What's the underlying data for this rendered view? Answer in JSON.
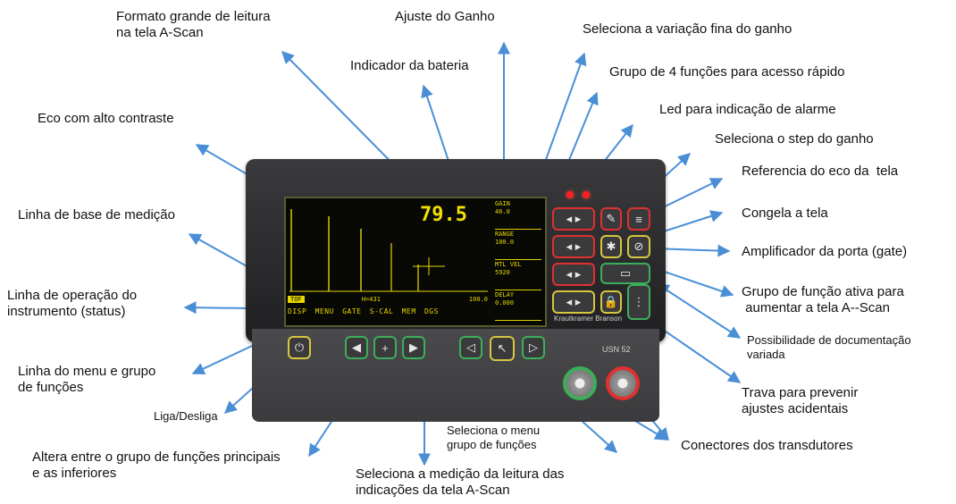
{
  "labels": {
    "formato": "Formato grande de leitura\nna tela A-Scan",
    "ajuste_ganho": "Ajuste do Ganho",
    "variacao_fina": "Seleciona a variação fina do ganho",
    "indicador_bateria": "Indicador da bateria",
    "grupo4": "Grupo de 4 funções para acesso rápido",
    "led_alarme": "Led para indicação de alarme",
    "eco_contraste": "Eco com alto contraste",
    "step_ganho": "Seleciona o step do ganho",
    "referencia_eco": "Referencia do eco da  tela",
    "linha_base": "Linha de base de medição",
    "congela": "Congela a tela",
    "amplificador": "Amplificador da porta (gate)",
    "linha_operacao": "Linha de operação do\ninstrumento (status)",
    "grupo_ativa": "Grupo de função ativa para\n aumentar a tela A--Scan",
    "documentacao": "Possibilidade de documentação\nvariada",
    "linha_menu": "Linha do menu e grupo\nde funções",
    "trava": "Trava para prevenir\najustes acidentais",
    "liga": "Liga/Desliga",
    "seleciona_menu": "Seleciona o menu\ngrupo de funções",
    "conectores": "Conectores dos transdutores",
    "altera": "Altera entre o grupo de funções principais\ne as inferiores",
    "seleciona_medicao": "Seleciona a medição da leitura das\nindicações da tela A-Scan"
  },
  "screen": {
    "reading": "79.5",
    "reading_unit": "",
    "side": [
      {
        "name": "GAIN",
        "value": "46.0"
      },
      {
        "name": "RANGE",
        "value": "100.0"
      },
      {
        "name": "MTL VEL",
        "value": "5920"
      },
      {
        "name": "DELAY",
        "value": "0.000"
      }
    ],
    "status": "H=431",
    "status_right": "100.0",
    "menu_items": [
      "DISP",
      "MENU",
      "GATE",
      "S-CAL",
      "MEM",
      "DGS"
    ],
    "status_tag": "TOF"
  },
  "device": {
    "brand": "Krautkramer Branson",
    "model": "USN 52"
  },
  "colors": {
    "arrow": "#4a8fd6",
    "screen_text": "#f2e000",
    "key_red": "#e03030",
    "key_yellow": "#d6c640",
    "key_green": "#3cae5a"
  }
}
